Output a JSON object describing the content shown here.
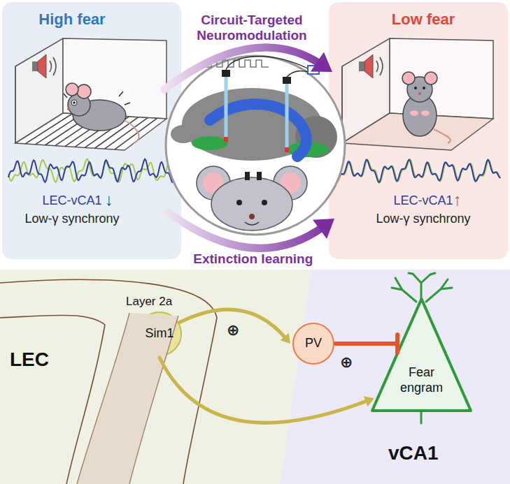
{
  "diagram": {
    "nodes": [
      {
        "text": [
          "High fear",
          "LEC-vCA1",
          "Low-γ synchrony"
        ]
      },
      {
        "text": [
          "Low fear",
          "LEC-vCA1",
          "Low-γ synchrony"
        ]
      },
      {
        "text": [
          "LEC",
          "Layer 2a"
        ]
      },
      {
        "text": [
          "Sim1"
        ],
        "in": 2
      },
      {
        "text": [
          "vCA1"
        ]
      },
      {
        "text": [
          "PV"
        ],
        "in": 4
      },
      {
        "text": [
          "Fear engram"
        ],
        "in": 4
      }
    ],
    "edges": [
      {
        "from": 0,
        "to": 1,
        "arrow": "to",
        "label": "Circuit-Targeted Neuromodulation"
      },
      {
        "from": 0,
        "to": 1,
        "arrow": "to",
        "label": "Extinction learning"
      },
      {
        "from": 3,
        "to": 5,
        "arrow": "to"
      },
      {
        "from": 3,
        "to": 6,
        "arrow": "to"
      },
      {
        "from": 5,
        "to": 6,
        "arrow": "to"
      }
    ],
    "labels": [
      "↓",
      "↑",
      "⊕",
      "⊕"
    ]
  }
}
